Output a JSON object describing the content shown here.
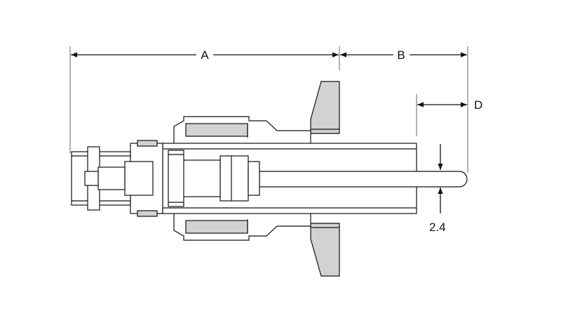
{
  "dimensions": {
    "a_label": "A",
    "b_label": "B",
    "d_label": "D",
    "pin_label": "2.4"
  },
  "colors": {
    "line": "#111111",
    "part_fill": "#ffffff",
    "shading": "#d2d2d2"
  }
}
